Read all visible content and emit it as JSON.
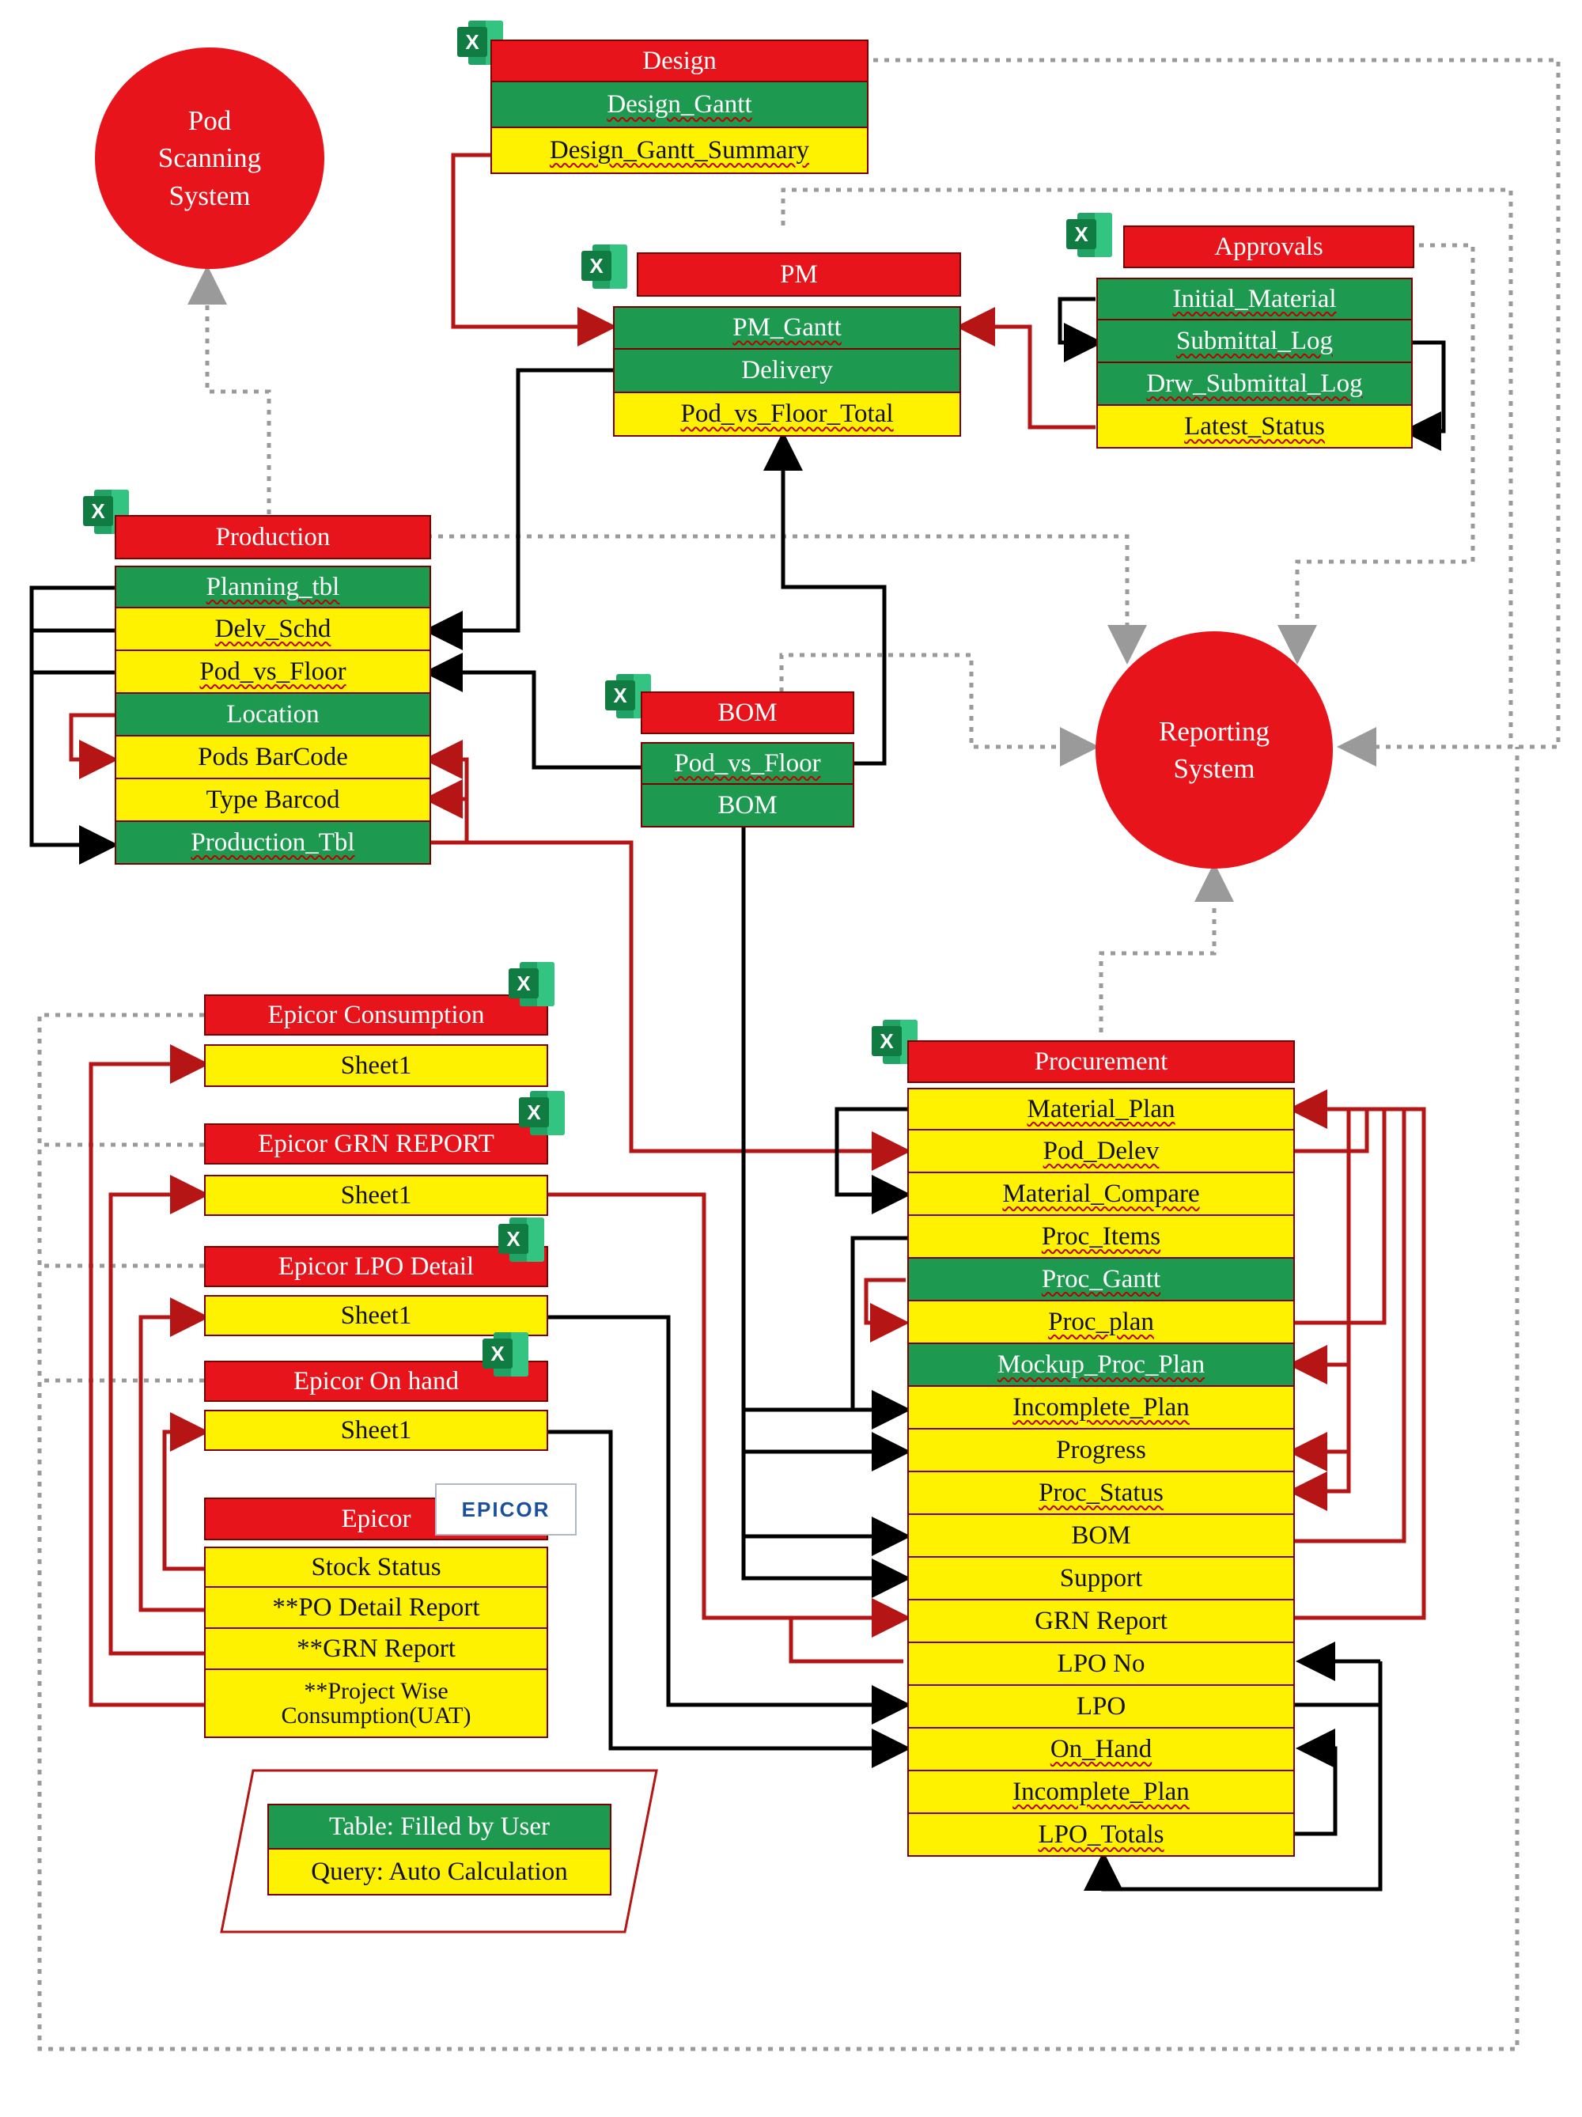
{
  "colors": {
    "header": "#e8141c",
    "table": "#1e9a50",
    "query": "#fff200",
    "red_arrow": "#b51515",
    "black_arrow": "#000000",
    "dotted": "#9a9a9a"
  },
  "pod_scanning": {
    "label": "Pod\nScanning\nSystem"
  },
  "reporting": {
    "label": "Reporting\nSystem"
  },
  "design": {
    "header": "Design",
    "rows": [
      "Design_Gantt",
      "Design_Gantt_Summary"
    ]
  },
  "pm": {
    "header": "PM",
    "rows": [
      "PM_Gantt",
      "Delivery",
      "Pod_vs_Floor_Total"
    ]
  },
  "approvals": {
    "header": "Approvals",
    "rows": [
      "Initial_Material",
      "Submittal_Log",
      "Drw_Submittal_Log",
      "Latest_Status"
    ]
  },
  "production": {
    "header": "Production",
    "rows": [
      "Planning_tbl",
      "Delv_Schd",
      "Pod_vs_Floor",
      "Location",
      "Pods BarCode",
      "Type Barcod",
      "Production_Tbl"
    ]
  },
  "bom": {
    "header": "BOM",
    "rows": [
      "Pod_vs_Floor",
      "BOM"
    ]
  },
  "epicor_consumption": {
    "header": "Epicor Consumption",
    "rows": [
      "Sheet1"
    ]
  },
  "epicor_grn": {
    "header": "Epicor GRN REPORT",
    "rows": [
      "Sheet1"
    ]
  },
  "epicor_lpo": {
    "header": "Epicor LPO Detail",
    "rows": [
      "Sheet1"
    ]
  },
  "epicor_onhand": {
    "header": "Epicor On hand",
    "rows": [
      "Sheet1"
    ]
  },
  "epicor": {
    "header": "Epicor",
    "logo": "EPICOR",
    "rows": [
      "Stock Status",
      "**PO Detail Report",
      "**GRN Report",
      "**Project Wise\nConsumption(UAT)"
    ]
  },
  "procurement": {
    "header": "Procurement",
    "rows": [
      "Material_Plan",
      "Pod_Delev",
      "Material_Compare",
      "Proc_Items",
      "Proc_Gantt",
      "Proc_plan",
      "Mockup_Proc_Plan",
      "Incomplete_Plan",
      "Progress",
      "Proc_Status",
      "BOM",
      "Support",
      "GRN Report",
      "LPO No",
      "LPO",
      "On_Hand",
      "Incomplete_Plan",
      "LPO_Totals"
    ]
  },
  "legend": {
    "table_label": "Table: Filled by User",
    "query_label": "Query: Auto Calculation"
  }
}
